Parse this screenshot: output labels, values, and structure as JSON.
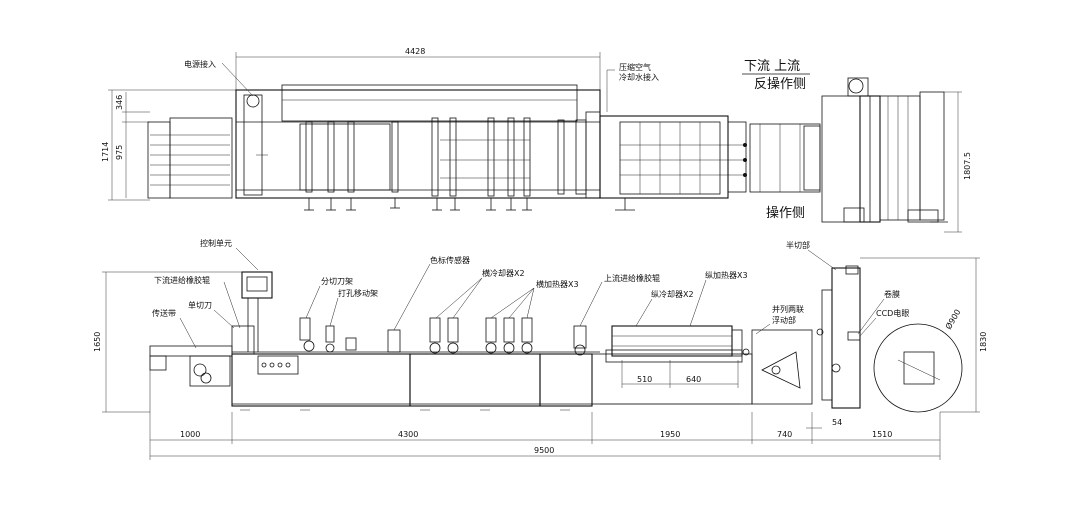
{
  "top_view": {
    "labels": {
      "power_in": "电源接入",
      "air_water": [
        "压缩空气",
        "冷却水接入"
      ],
      "flow_direction": "下流  上流",
      "reverse_side": "反操作侧",
      "operator_side": "操作侧"
    },
    "dims": {
      "length": "4428",
      "h_total": "1714",
      "h_upper": "346",
      "h_lower": "975",
      "h_right": "1807.5"
    }
  },
  "front_view": {
    "labels": {
      "control_unit": "控制单元",
      "downstream_roller": "下流进给橡胶辊",
      "conveyor_belt": "传送带",
      "single_cutter": "单切刀",
      "slitter_frame": "分切刀架",
      "punch_frame": "打孔移动架",
      "color_sensor": "色标传感器",
      "transverse_cooler": "横冷却器X2",
      "transverse_heater": "横加热器X3",
      "upstream_roller": "上流进给橡胶辊",
      "longitudinal_cooler": "纵冷却器X2",
      "longitudinal_heater": "纵加热器X3",
      "dancer": [
        "并列两联",
        "浮动部"
      ],
      "half_cut": "半切部",
      "film_roll": "卷膜",
      "ccd_eye": "CCD电眼",
      "roll_dia": "Ø900"
    },
    "dims": {
      "height_left": "1650",
      "height_right": "1830",
      "seg_1000": "1000",
      "seg_4300": "4300",
      "seg_1950": "1950",
      "seg_740": "740",
      "seg_1510": "1510",
      "seg_54": "54",
      "sub_510": "510",
      "sub_640": "640",
      "overall": "9500"
    }
  }
}
